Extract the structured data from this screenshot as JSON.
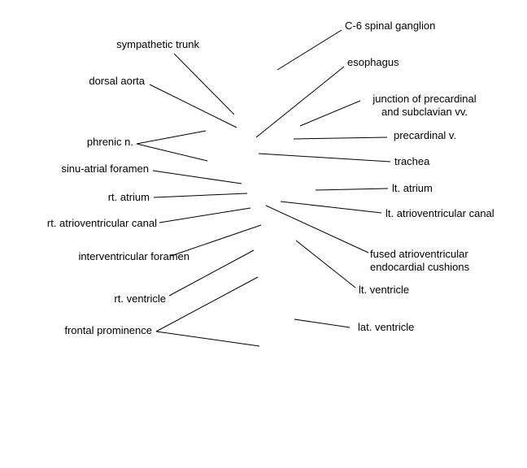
{
  "labels": {
    "sympathetic_trunk": "sympathetic trunk",
    "dorsal_aorta": "dorsal aorta",
    "phrenic_n": "phrenic n.",
    "sinu_atrial_foramen": "sinu-atrial foramen",
    "rt_atrium": "rt. atrium",
    "rt_atrioventricular_canal": "rt. atrioventricular canal",
    "interventricular_foramen": "interventricular foramen",
    "rt_ventricle": "rt. ventricle",
    "frontal_prominence": "frontal prominence",
    "c6_spinal_ganglion": "C-6 spinal ganglion",
    "esophagus": "esophagus",
    "junction_line1": "junction of precardinal",
    "junction_line2": "and subclavian vv.",
    "precardinal_v": "precardinal v.",
    "trachea": "trachea",
    "lt_atrium": "lt. atrium",
    "lt_atrioventricular_canal": "lt. atrioventricular canal",
    "fused_line1": "fused atrioventricular",
    "fused_line2": "endocardial cushions",
    "lt_ventricle": "lt. ventricle",
    "lat_ventricle": "lat. ventricle"
  }
}
